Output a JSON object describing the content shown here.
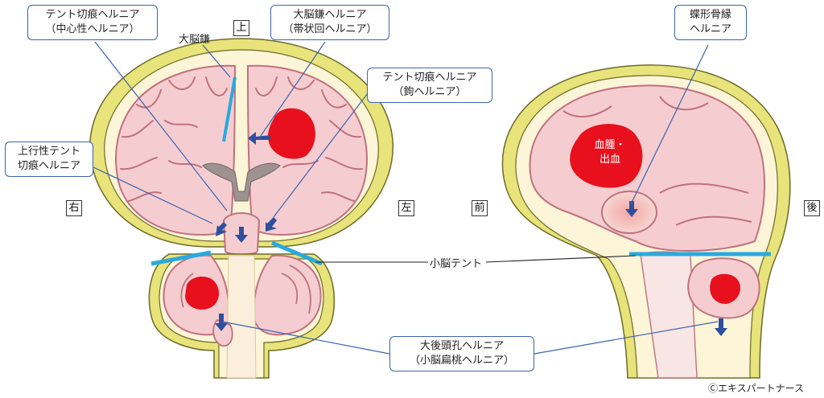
{
  "labels": {
    "central_tentorial": [
      "テント切痕ヘルニア",
      "（中心性ヘルニア）"
    ],
    "falx_herniation": [
      "大脳鎌ヘルニア",
      "（帯状回ヘルニア）"
    ],
    "uncal_tentorial": [
      "テント切痕ヘルニア",
      "（鉤ヘルニア）"
    ],
    "upward_tentorial": [
      "上行性テント",
      "切痕ヘルニア"
    ],
    "sphenoid_herniation": [
      "蝶形骨縁",
      "ヘルニア"
    ],
    "tonsillar_herniation": [
      "大後頭孔ヘルニア",
      "（小脳扁桃ヘルニア）"
    ]
  },
  "plain_labels": {
    "falx": "大脳鎌",
    "tentorium": "小脳テント"
  },
  "directions": {
    "up": "上",
    "right": "右",
    "left": "左",
    "front": "前",
    "back": "後"
  },
  "hematoma_label": [
    "血腫・",
    "出血"
  ],
  "copyright": "ⒸエキスパートナースColors",
  "colors": {
    "skull": "#e8e37a",
    "skull_outline": "#6d6a2a",
    "csf": "#fdf5d8",
    "brain": "#f5cdd0",
    "brain_outline": "#c0717d",
    "ventricle": "#9e9291",
    "hematoma": "#e8101d",
    "tentorium": "#2aa9e0",
    "arrow": "#2e4f9e",
    "leader": "#3b63b0"
  }
}
